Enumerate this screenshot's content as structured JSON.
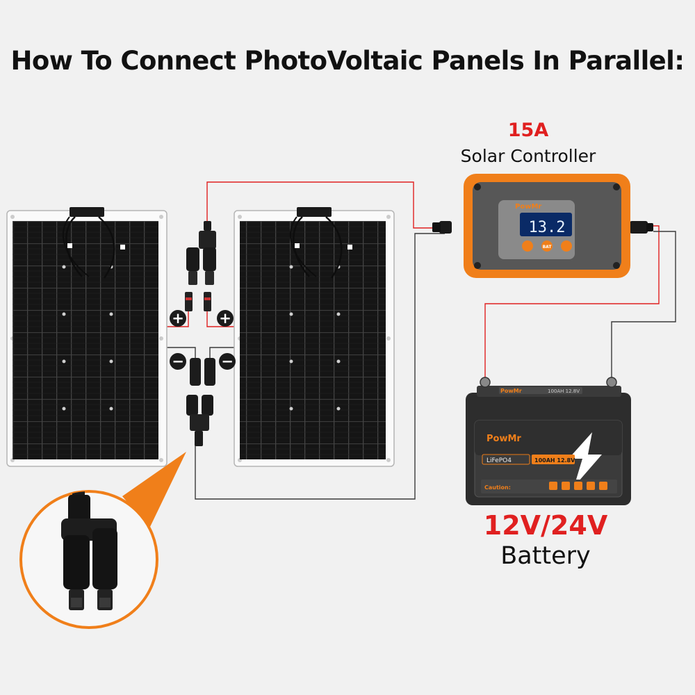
{
  "title": "How To Connect PhotoVoltaic Panels In Parallel:",
  "controller": {
    "rating": "15A",
    "name": "Solar Controller",
    "brand": "PowMr",
    "display_value": "13.2",
    "button_label": "BAT"
  },
  "battery": {
    "voltage": "12V/24V",
    "name": "Battery",
    "brand": "PowMr",
    "top_label": "100AH 12.8V",
    "chemistry": "LiFePO4",
    "capacity_label": "100AH 12.8V",
    "caution_label": "Caution:"
  },
  "connectors": {
    "positive_symbol": "+",
    "negative_symbol": "−"
  },
  "colors": {
    "positive_wire": "#e02020",
    "negative_wire": "#3a3a3a",
    "accent": "#f07f1a",
    "label_red": "#e02020"
  }
}
